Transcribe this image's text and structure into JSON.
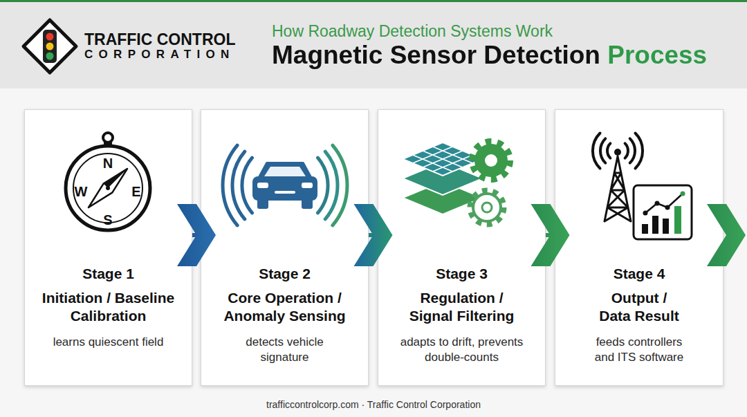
{
  "diagram": {
    "title": "Magnetic Sensor Detection Process",
    "caption": "trafficcontrolcorp.com · Traffic Control Corporation",
    "nodes": [
      {
        "text": [
          "Stage 1",
          "Initiation / Baseline Calibration",
          "learns quiescent field"
        ]
      },
      {
        "text": [
          "Stage 2",
          "Core Operation / Anomaly Sensing",
          "detects vehicle signature"
        ]
      },
      {
        "text": [
          "Stage 3",
          "Regulation / Signal Filtering",
          "adapts to drift, prevents double-counts"
        ]
      },
      {
        "text": [
          "Stage 4",
          "Output / Data Result",
          "feeds controllers and ITS software"
        ]
      }
    ],
    "edges": [
      {
        "from": 0,
        "to": 1,
        "arrow": "to"
      },
      {
        "from": 1,
        "to": 2,
        "arrow": "to"
      },
      {
        "from": 2,
        "to": 3,
        "arrow": "to"
      }
    ],
    "labels": [
      "TRAFFIC CONTROL",
      "CORPORATION",
      "How Roadway Detection Systems Work",
      "N",
      "W",
      "E",
      "S"
    ]
  }
}
